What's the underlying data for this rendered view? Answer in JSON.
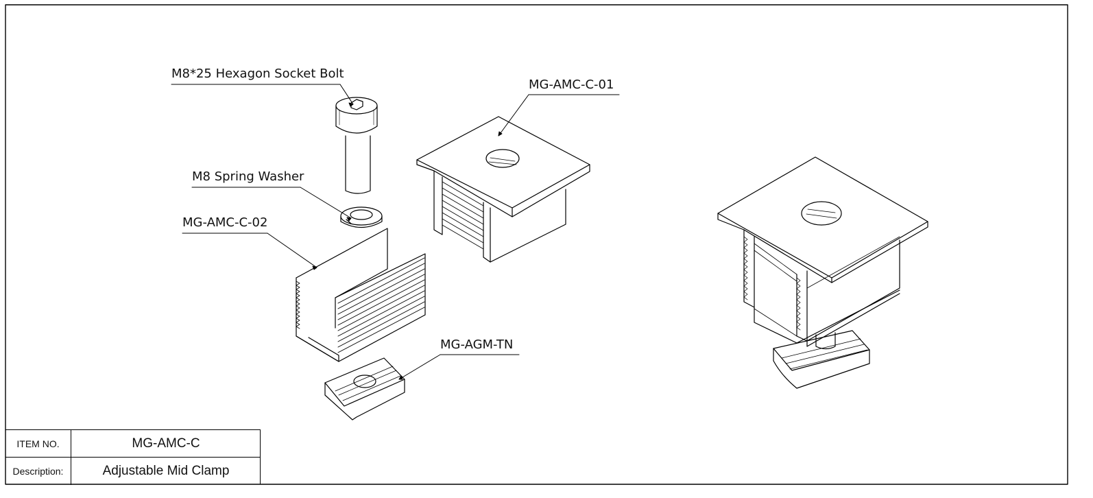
{
  "callouts": {
    "bolt": "M8*25 Hexagon Socket Bolt",
    "washer": "M8 Spring Washer",
    "base": "MG-AMC-C-02",
    "top_clamp": "MG-AMC-C-01",
    "t_nut": "MG-AGM-TN"
  },
  "title_block": {
    "item_no_label": "ITEM NO.",
    "item_no_value": "MG-AMC-C",
    "description_label": "Description:",
    "description_value": "Adjustable Mid Clamp"
  }
}
